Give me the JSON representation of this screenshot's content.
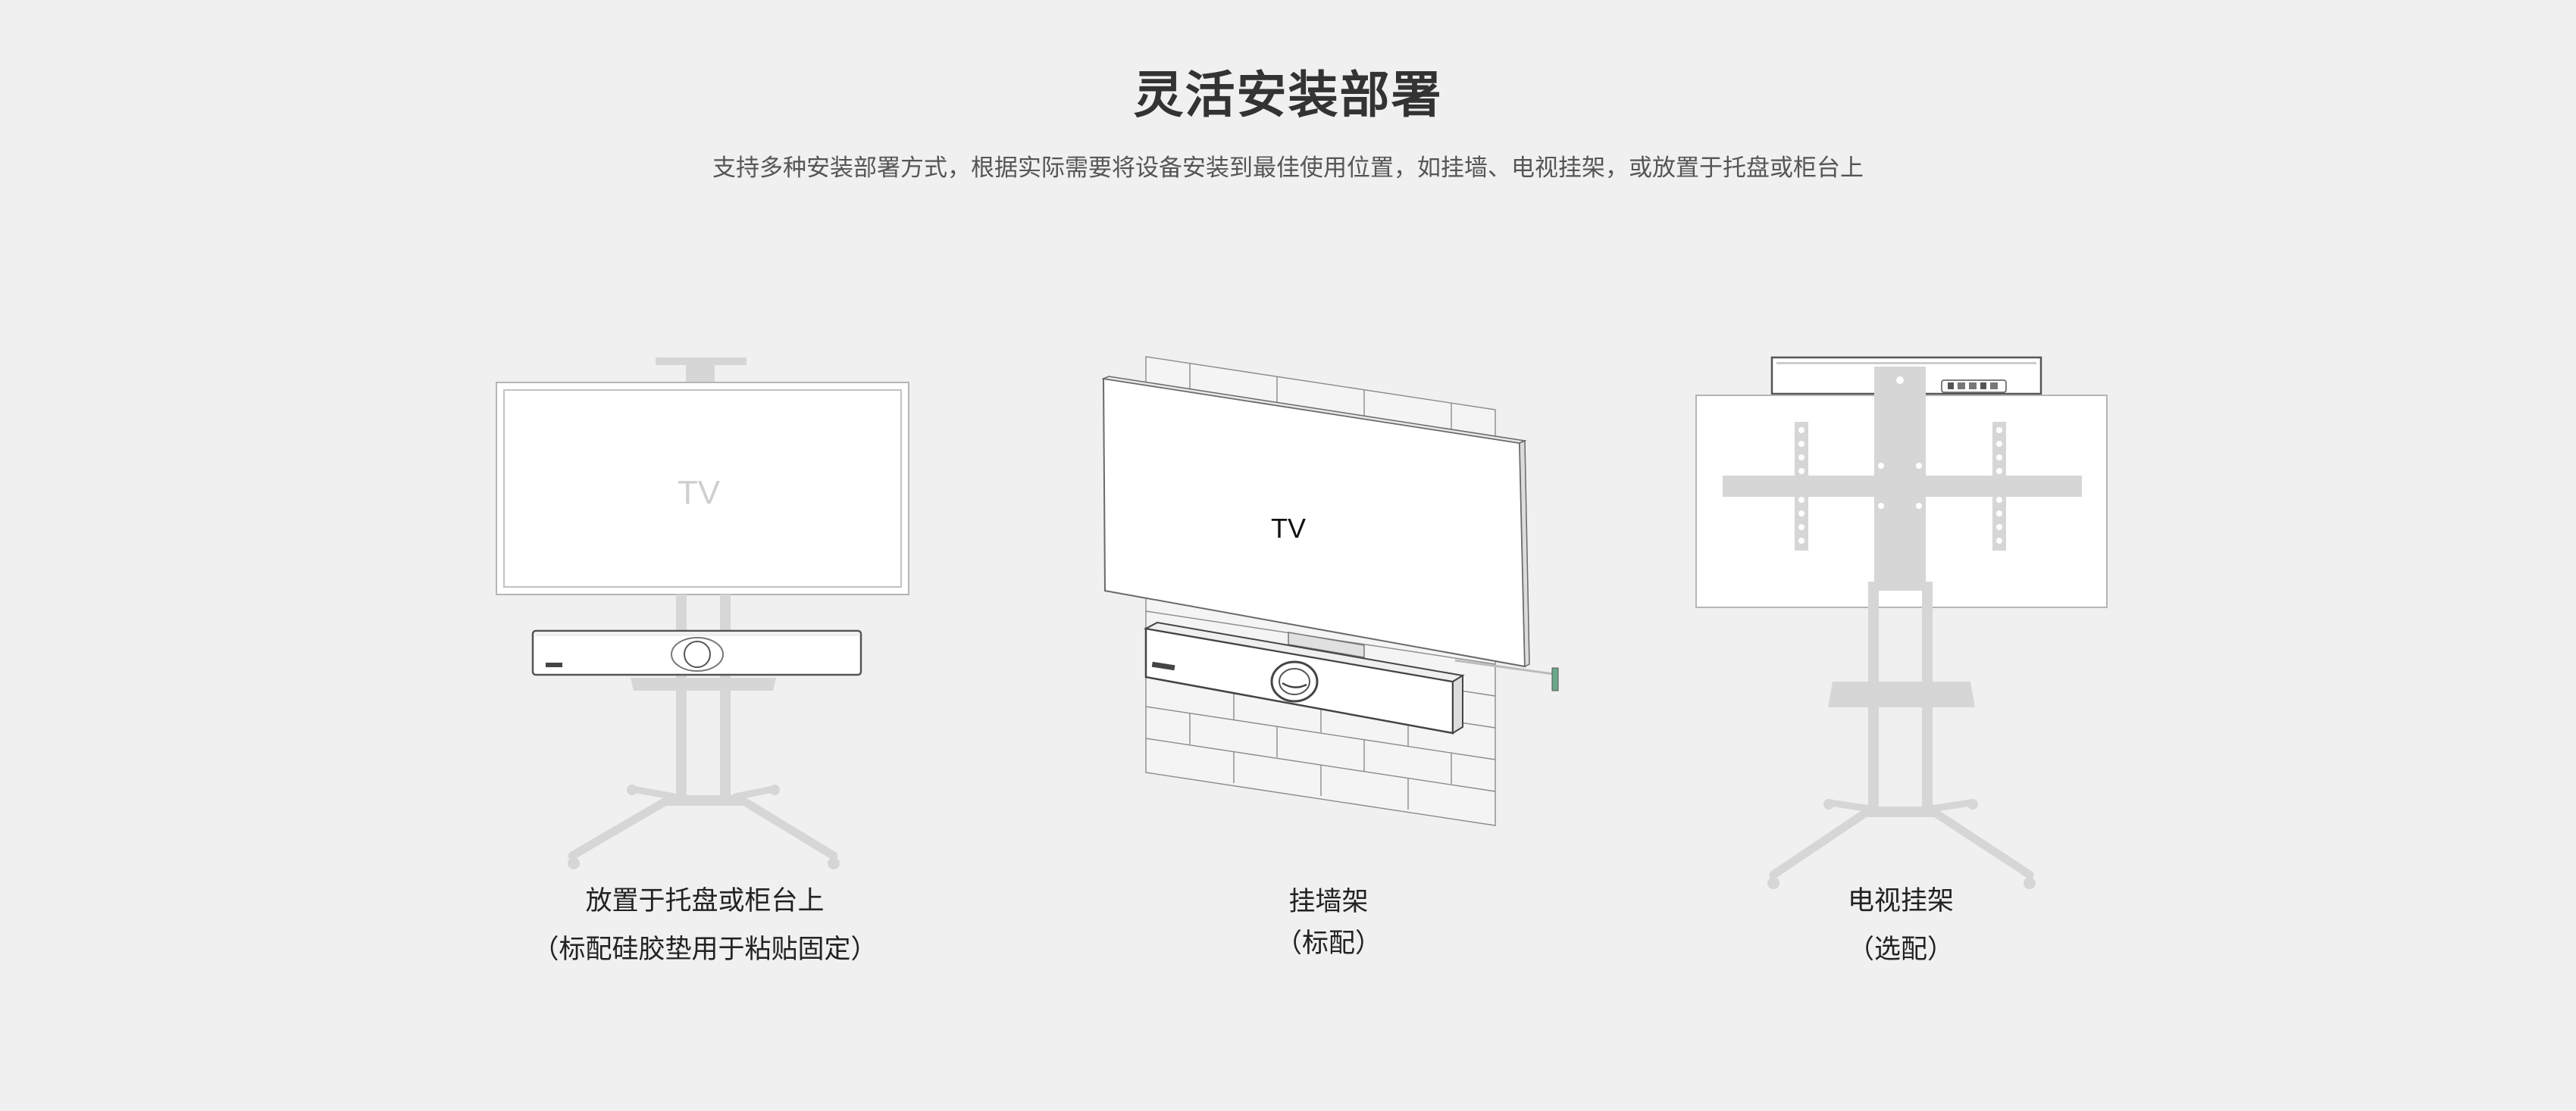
{
  "page": {
    "title": "灵活安装部署",
    "subtitle": "支持多种安装部署方式，根据实际需要将设备安装到最佳使用位置，如挂墙、电视挂架，或放置于托盘或柜台上"
  },
  "options": [
    {
      "name": "tray",
      "line1": "放置于托盘或柜台上",
      "line2": "（标配硅胶垫用于粘贴固定）",
      "tv_label": "TV"
    },
    {
      "name": "wall",
      "line1": "挂墙架",
      "line2": "（标配）",
      "tv_label": "TV"
    },
    {
      "name": "tv-mount",
      "line1": "电视挂架",
      "line2": "（选配）"
    }
  ],
  "colors": {
    "background": "#f0f0f0",
    "title": "#333333",
    "subtitle": "#555555",
    "caption": "#222222",
    "stand_gray": "#d6d6d6",
    "line_gray": "#9a9a9a",
    "brick_line": "#8c8c8c"
  }
}
